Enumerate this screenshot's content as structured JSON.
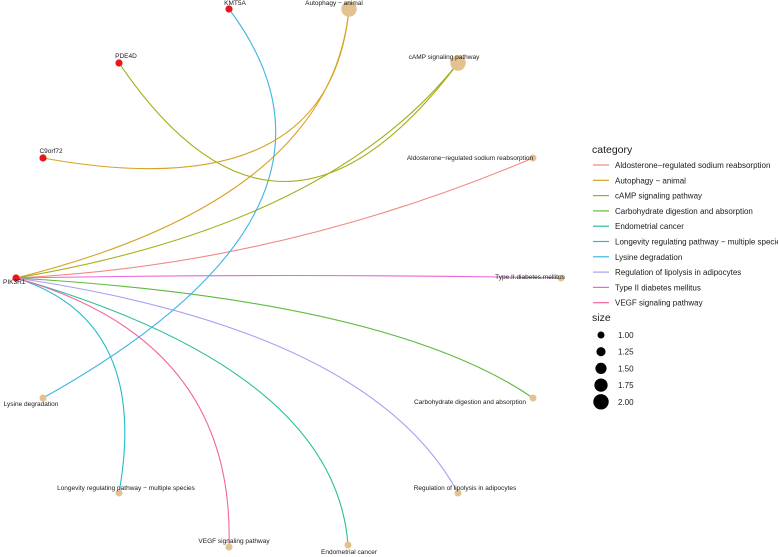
{
  "colors": {
    "gene_node": "#e8161b",
    "category_node": "#e2c290"
  },
  "categories": [
    {
      "id": "aldosterone",
      "label": "Aldosterone−regulated sodium reabsorption",
      "legend": "Aldosterone−regulated sodium reabsorption",
      "color": "#f08a7f",
      "size": 1.0
    },
    {
      "id": "autophagy",
      "label": "Autophagy − animal",
      "legend": "Autophagy − animal",
      "color": "#d8a225",
      "size": 2.0
    },
    {
      "id": "camp",
      "label": "cAMP signaling pathway",
      "legend": "cAMP signaling pathway",
      "color": "#a5ad17",
      "size": 2.0
    },
    {
      "id": "carbohydrate",
      "label": "Carbohydrate digestion and absorption",
      "legend": "Carbohydrate digestion and absorption",
      "color": "#5cbb3c",
      "size": 1.0
    },
    {
      "id": "endometrial",
      "label": "Endometrial cancer",
      "legend": "Endometrial cancer",
      "color": "#2bbd9a",
      "size": 1.0
    },
    {
      "id": "longevity",
      "label": "Longevity regulating pathway − multiple species",
      "legend": "Longevity regulating pathway − multiple species",
      "color": "#27bcc9",
      "size": 1.0
    },
    {
      "id": "lysine",
      "label": "Lysine degradation",
      "legend": "Lysine degradation",
      "color": "#3db5e2",
      "size": 1.0
    },
    {
      "id": "lipolysis",
      "label": "Regulation of lipolysis in adipocytes",
      "legend": "Regulation of lipolysis in adipocytes",
      "color": "#a59ff1",
      "size": 1.0
    },
    {
      "id": "diabetes",
      "label": "Type.II.diabetes.mellitus",
      "legend": "Type II diabetes mellitus",
      "color": "#e766d8",
      "size": 1.0
    },
    {
      "id": "vegf",
      "label": "VEGF signaling pathway",
      "legend": "VEGF signaling pathway",
      "color": "#f2659e",
      "size": 1.0
    }
  ],
  "genes": [
    {
      "id": "pik3r1",
      "label": "PIK3R1"
    },
    {
      "id": "kmt5a",
      "label": "KMT5A"
    },
    {
      "id": "pde4d",
      "label": "PDE4D"
    },
    {
      "id": "c9orf72",
      "label": "C9orf72"
    }
  ],
  "edges": [
    {
      "from": "pik3r1",
      "to": "aldosterone"
    },
    {
      "from": "pik3r1",
      "to": "autophagy"
    },
    {
      "from": "pik3r1",
      "to": "camp"
    },
    {
      "from": "pik3r1",
      "to": "carbohydrate"
    },
    {
      "from": "pik3r1",
      "to": "endometrial"
    },
    {
      "from": "pik3r1",
      "to": "longevity"
    },
    {
      "from": "pik3r1",
      "to": "lipolysis"
    },
    {
      "from": "pik3r1",
      "to": "diabetes"
    },
    {
      "from": "pik3r1",
      "to": "vegf"
    },
    {
      "from": "kmt5a",
      "to": "lysine"
    },
    {
      "from": "pde4d",
      "to": "camp"
    },
    {
      "from": "c9orf72",
      "to": "autophagy"
    }
  ],
  "legend": {
    "category_title": "category",
    "size_title": "size",
    "size_values": [
      "1.00",
      "1.25",
      "1.50",
      "1.75",
      "2.00"
    ]
  }
}
